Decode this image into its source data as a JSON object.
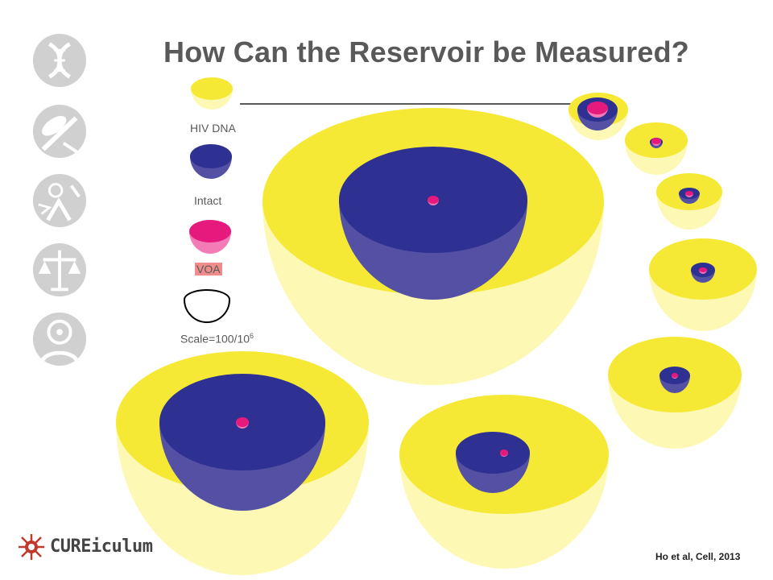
{
  "slide": {
    "title": "How Can the Reservoir be Measured?",
    "citation": "Ho et al, Cell, 2013",
    "logo_text": "CUREiculum"
  },
  "sidebar": {
    "icons": [
      "dna-icon",
      "pill-syringe-icon",
      "virus-ribbon-icon",
      "scales-icon",
      "person-virus-icon"
    ]
  },
  "legend": {
    "hiv_dna": "HIV DNA",
    "intact": "Intact",
    "voa": "VOA",
    "scale_prefix": "Scale=100/10",
    "scale_exp": "6"
  },
  "colors": {
    "hiv_dna": "#f5e936",
    "hiv_dna_light": "#fdf8b4",
    "intact": "#2e3192",
    "intact_light": "#5450a4",
    "voa": "#e6197d",
    "voa_light": "#f37bb6",
    "text": "#595959"
  }
}
